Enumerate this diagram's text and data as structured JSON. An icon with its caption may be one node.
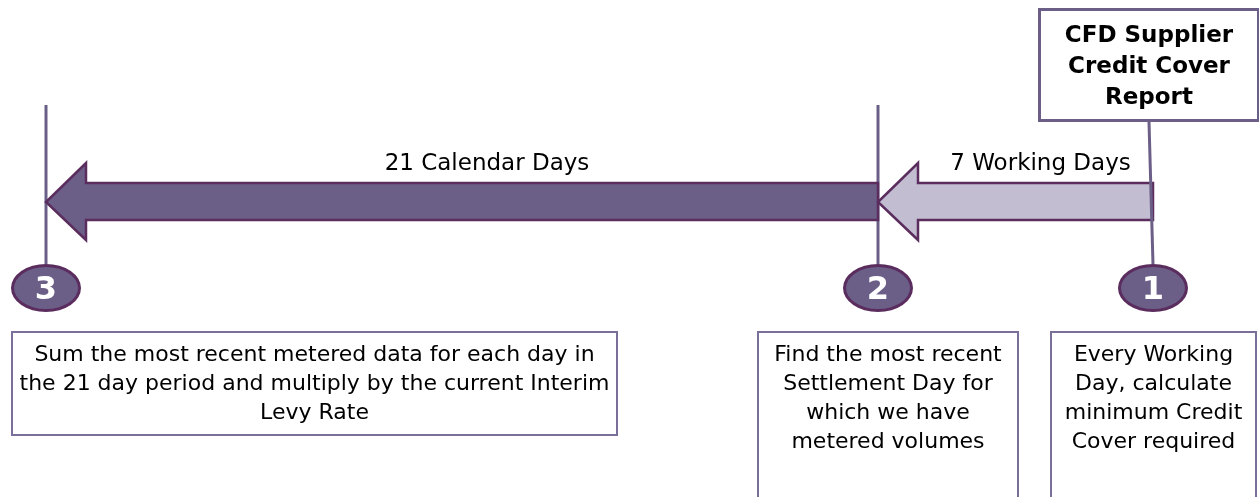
{
  "diagram": {
    "nodes": [
      {
        "text": [
          "CFD Supplier Credit Cover Report"
        ]
      },
      {
        "text": [
          "3"
        ]
      },
      {
        "text": [
          "2"
        ]
      },
      {
        "text": [
          "1"
        ]
      },
      {
        "text": [
          "Sum the most recent metered data for each day in the 21 day period and multiply by the current Interim Levy Rate"
        ]
      },
      {
        "text": [
          "Find the most recent Settlement Day for which we have metered volumes"
        ]
      },
      {
        "text": [
          "Every Working Day, calculate minimum Credit Cover required"
        ]
      }
    ],
    "edges": [
      {
        "from": 0,
        "to": 3,
        "arrow": "none"
      },
      {
        "from": 3,
        "to": 2,
        "arrow": "to",
        "label": "7 Working Days",
        "style": "thick",
        "color": "#c3bdd1"
      },
      {
        "from": 2,
        "to": 1,
        "arrow": "to",
        "label": "21 Calendar Days",
        "style": "thick",
        "color": "#6b5f88"
      }
    ]
  }
}
